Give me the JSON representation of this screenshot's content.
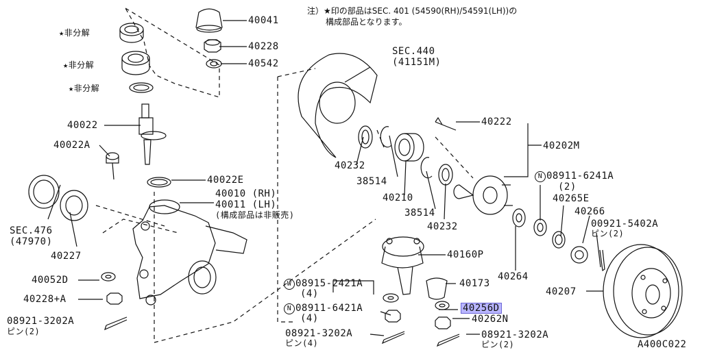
{
  "notes": {
    "line1": "注）★印の部品はSEC. 401 (54590(RH)/54591(LH))の",
    "line2": "構成部品となります。"
  },
  "figure_id": "A400C022",
  "labels": {
    "star1": "非分解",
    "star2": "非分解",
    "star3": "非分解",
    "p40041": "40041",
    "p40228": "40228",
    "p40542": "40542",
    "p40022": "40022",
    "p40022A": "40022A",
    "p40022E": "40022E",
    "p40010": "40010 (RH)",
    "p40011": "40011 (LH)",
    "p40011_note": "(構成部品は非販売)",
    "sec476": "SEC.476",
    "sec476_sub": "(47970)",
    "p40227": "40227",
    "p40052D": "40052D",
    "p40228A": "40228+A",
    "p08921a": "08921-3202A",
    "p08921a_sub": "ピン(2)",
    "sec440": "SEC.440",
    "sec440_sub": "(41151M)",
    "p40232a": "40232",
    "p38514a": "38514",
    "p40210": "40210",
    "p38514b": "38514",
    "p40232b": "40232",
    "p40222": "40222",
    "p40202M": "40202M",
    "pN6241_mark": "N",
    "pN6241": "08911-6241A",
    "pN6241_sub": "(2)",
    "p40265E": "40265E",
    "p40266": "40266",
    "p00921": "00921-5402A",
    "p00921_sub": "ピン(2)",
    "p40160P": "40160P",
    "p40264": "40264",
    "p40207": "40207",
    "pW2421_mark": "W",
    "pW2421": "08915-2421A",
    "pW2421_sub": "(4)",
    "pN6421_mark": "N",
    "pN6421": "08911-6421A",
    "pN6421_sub": "(4)",
    "p40173": "40173",
    "p40256D": "40256D",
    "p40262N": "40262N",
    "p08921b": "08921-3202A",
    "p08921b_sub": "ピン(4)",
    "p08921c": "08921-3202A",
    "p08921c_sub": "ピン(2)"
  }
}
